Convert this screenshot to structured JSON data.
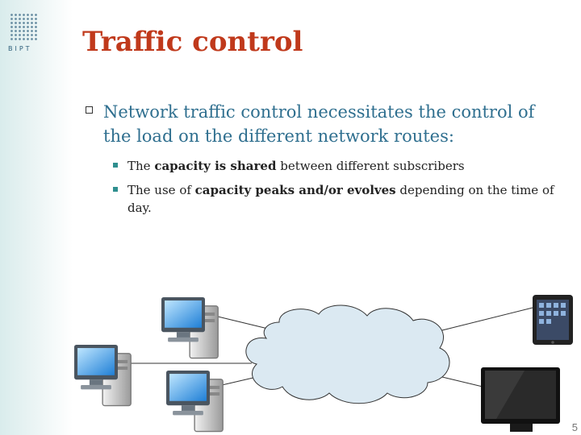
{
  "header": {
    "logo_text": "BIPT",
    "title": "Traffic control"
  },
  "main_bullet": "Network traffic control necessitates the control of the load on the different network routes:",
  "sub_bullets": [
    {
      "pre": "The ",
      "bold": "capacity is shared",
      "post": " between different subscribers"
    },
    {
      "pre": "The use of ",
      "bold": "capacity peaks and/or evolves",
      "post": " depending on the time of day."
    }
  ],
  "page_number": "5",
  "colors": {
    "title": "#c0391b",
    "main_bullet": "#2f6f8f",
    "cloud": "#dbe9f2",
    "accent": "#2f8f8f"
  },
  "diagram": {
    "devices": [
      "desktop-computer-icon",
      "desktop-computer-icon",
      "desktop-computer-icon",
      "tablet-icon",
      "television-icon"
    ]
  }
}
